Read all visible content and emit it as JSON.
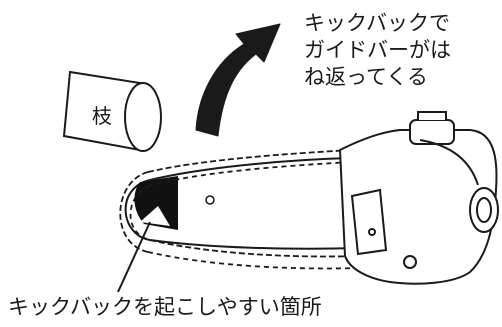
{
  "callout": {
    "line1": "キックバックで",
    "line2": "ガイドバーがは",
    "line3": "ね返ってくる"
  },
  "branch_label": "枝",
  "bottom_caption": "キックバックを起こしやすい箇所",
  "colors": {
    "ink": "#1a1a1a",
    "background": "#ffffff"
  }
}
